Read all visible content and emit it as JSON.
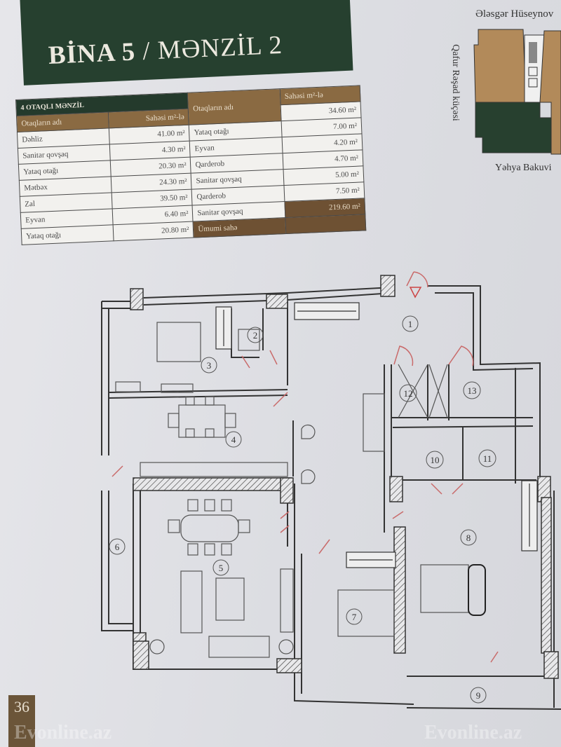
{
  "header": {
    "title_bold": "BİNA 5",
    "title_rest": " / MƏNZİL 2"
  },
  "table": {
    "caption": "4 OTAQLI MƏNZİL",
    "col_room": "Otaqların adı",
    "col_area": "Sahəsi m²-lə",
    "left_rows": [
      {
        "room": "Dəhliz",
        "area": "41.00 m²"
      },
      {
        "room": "Sanitar qovşaq",
        "area": "4.30 m²"
      },
      {
        "room": "Yataq otağı",
        "area": "20.30 m²"
      },
      {
        "room": "Mətbəx",
        "area": "24.30 m²"
      },
      {
        "room": "Zal",
        "area": "39.50 m²"
      },
      {
        "room": "Eyvan",
        "area": "6.40 m²"
      },
      {
        "room": "Yataq otağı",
        "area": "20.80 m²"
      }
    ],
    "right_rows": [
      {
        "room": "Yataq otağı",
        "area": "34.60 m²"
      },
      {
        "room": "Eyvan",
        "area": "7.00 m²"
      },
      {
        "room": "Qarderob",
        "area": "4.20 m²"
      },
      {
        "room": "Sanitar qovşaq",
        "area": "4.70 m²"
      },
      {
        "room": "Qarderob",
        "area": "5.00 m²"
      },
      {
        "room": "Sanitar qovşaq",
        "area": "7.50 m²"
      }
    ],
    "total_label": "Ümumi sahə",
    "total_value": "219.60 m²"
  },
  "site_plan": {
    "street_top": "Ələsgər Hüseynov",
    "street_left": "Qafur Rəşad küçəsi",
    "street_bottom": "Yəhya Bakuvi",
    "colors": {
      "building": "#b28a5a",
      "highlight": "#27402f"
    }
  },
  "floor_plan": {
    "room_numbers": [
      "1",
      "2",
      "3",
      "4",
      "5",
      "6",
      "7",
      "8",
      "9",
      "10",
      "11",
      "12",
      "13"
    ]
  },
  "footer": {
    "page_number": "36",
    "watermark": "Evonline.az"
  },
  "colors": {
    "green": "#26402f",
    "brown": "#8a6a42",
    "page": "#e2e3e7"
  }
}
